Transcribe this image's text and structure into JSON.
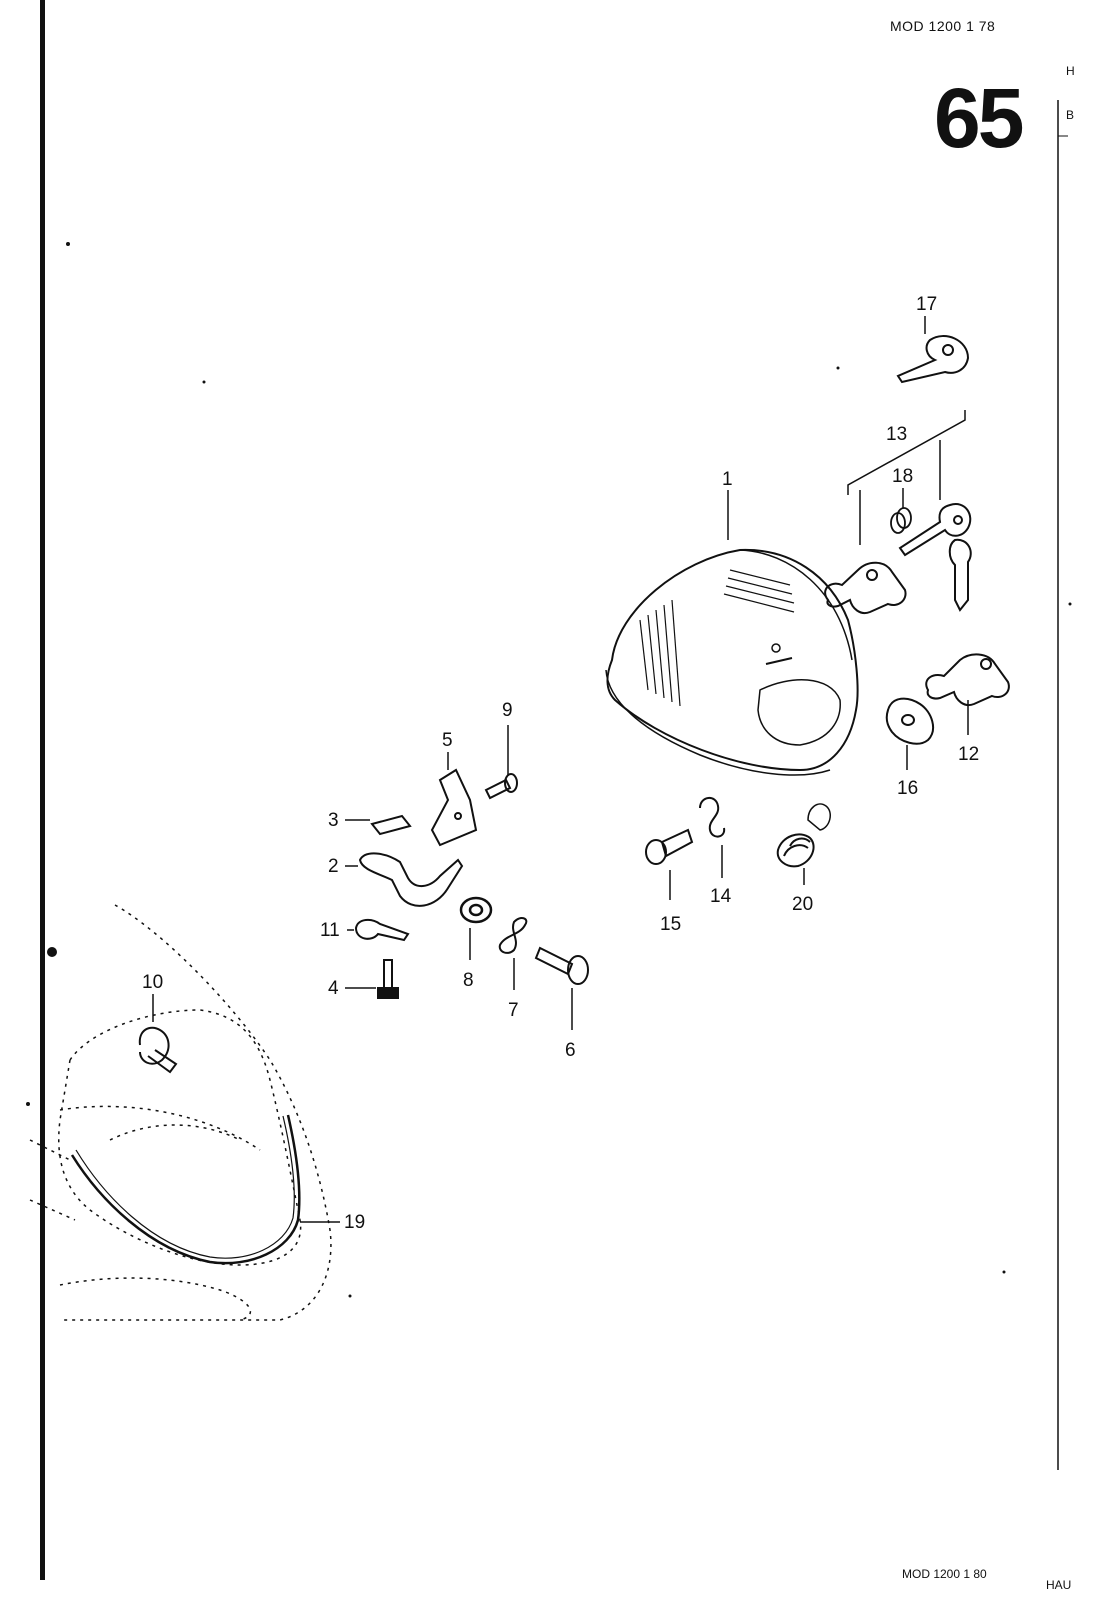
{
  "header": {
    "model_top": "MOD 1200  1 78",
    "page_number": "65",
    "model_bottom": "MOD 1200  1 80",
    "edge_letters": [
      "H",
      "B",
      "HAU"
    ]
  },
  "diagram": {
    "part_labels": [
      "1",
      "2",
      "3",
      "4",
      "5",
      "6",
      "7",
      "8",
      "9",
      "10",
      "11",
      "12",
      "13",
      "14",
      "15",
      "16",
      "17",
      "18",
      "19",
      "20"
    ]
  },
  "colors": {
    "ink": "#111111",
    "paper": "#ffffff"
  }
}
